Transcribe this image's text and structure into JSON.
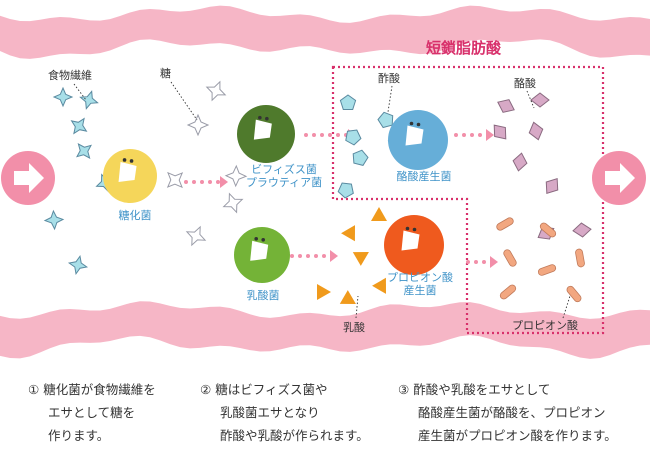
{
  "title": "短鎖脂肪酸",
  "labels": {
    "dietary_fiber": "食物繊維",
    "sugar": "糖",
    "acetic_acid_top": "酢酸",
    "butyric_acid": "酪酸",
    "lactic_acid": "乳酸",
    "propionic_acid": "プロピオン酸"
  },
  "bacteria": {
    "saccharifying": "糖化菌",
    "bifido_line1": "ビフィズス菌",
    "bifido_line2": "プラウティア菌",
    "lactic": "乳酸菌",
    "butyrate_producer": "酪酸産生菌",
    "propionate_line1": "プロピオン酸",
    "propionate_line2": "産生菌"
  },
  "colors": {
    "band": "#f6b6c6",
    "arrow_circle": "#f28fa9",
    "frame": "#d8306b",
    "saccharifying": "#f5d65a",
    "bifido": "#4f7a2c",
    "lactic": "#74b337",
    "butyrate": "#66aed8",
    "propionate": "#ef5a1e",
    "fiber_star": "#a8dfe8",
    "sugar_star": "#9a9ca8",
    "pentagon": "#a8dfe8",
    "rhombus": "#d7a9c6",
    "triangle": "#f09a1c",
    "pill": "#f2a780"
  },
  "steps": [
    {
      "num": "①",
      "lines": [
        "糖化菌が食物繊維を",
        "エサとして糖を",
        "作ります。"
      ]
    },
    {
      "num": "②",
      "lines": [
        "糖はビフィズス菌や",
        "乳酸菌エサとなり",
        "酢酸や乳酸が作られます。"
      ]
    },
    {
      "num": "③",
      "lines": [
        "酢酸や乳酸をエサとして",
        "酪酸産生菌が酪酸を、プロピオン",
        "産生菌がプロピオン酸を作ります。"
      ]
    }
  ]
}
